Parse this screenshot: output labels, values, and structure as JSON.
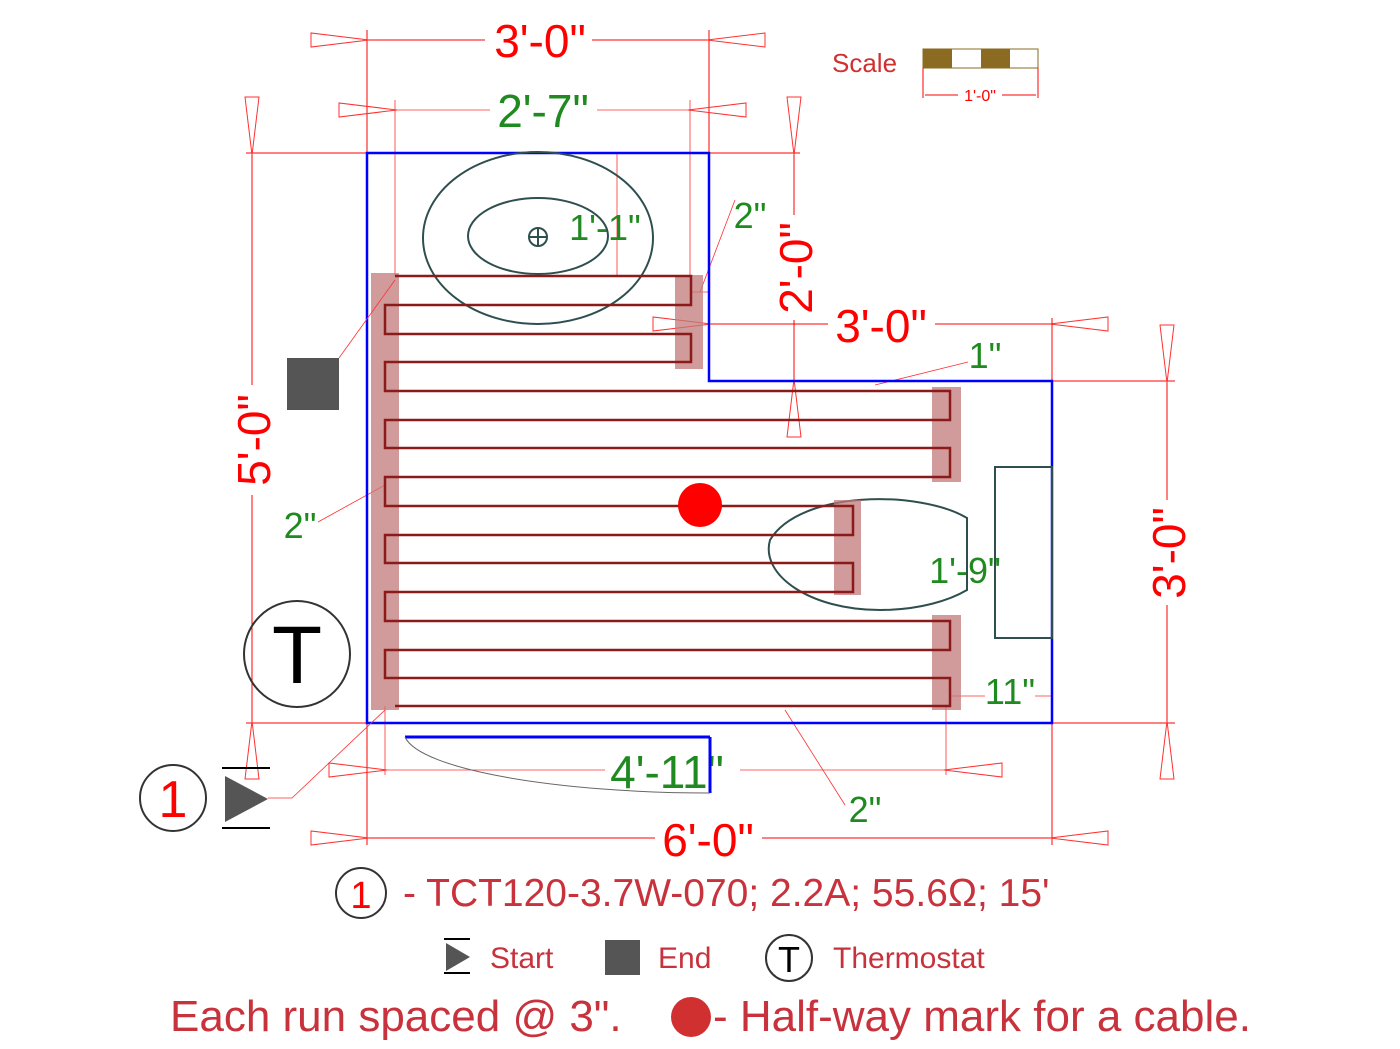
{
  "dimensions": {
    "top_width": "3'-0\"",
    "sink_width": "2'-7\"",
    "left_height": "5'-0\"",
    "notch_height": "2'-0\"",
    "notch_width": "3'-0\"",
    "right_height": "3'-0\"",
    "total_width": "6'-0\"",
    "cable_span": "4'-11\""
  },
  "offsets": {
    "sink_clearance": "1'-1\"",
    "notch_offset": "2\"",
    "wall_offset_top": "1\"",
    "left_offset": "2\"",
    "bottom_offset": "2\"",
    "toilet_clearance": "1'-9\"",
    "tank_offset": "11\""
  },
  "scale": {
    "label": "Scale",
    "length": "1'-0\""
  },
  "markers": {
    "thermostat_symbol": "T",
    "cable_number": "1"
  },
  "legend": {
    "cable_number": "1",
    "cable_spec": "- TCT120-3.7W-070; 2.2A; 55.6Ω; 15'",
    "start_label": "Start",
    "end_label": "End",
    "thermostat_symbol": "T",
    "thermostat_label": "Thermostat",
    "spacing_note": "Each run spaced @ 3\".",
    "halfway_note": "- Half-way mark for a cable."
  },
  "colors": {
    "wall": "#0000ff",
    "cable": "#8b1a1a",
    "dimension": "#ff0000",
    "offset": "#1f8a1f",
    "halfway_dot": "#ff0000"
  }
}
